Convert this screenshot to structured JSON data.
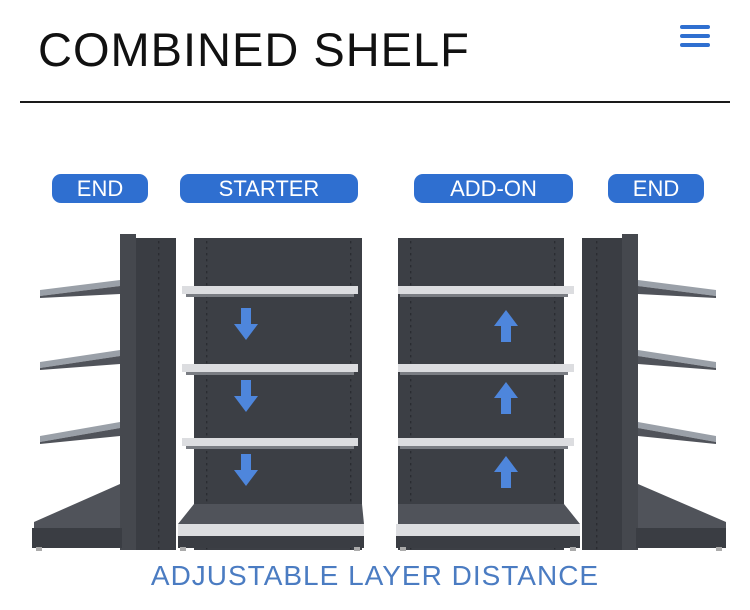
{
  "header": {
    "title": "COMBINED SHELF",
    "menu_icon": "hamburger-menu-icon",
    "accent_color": "#2f6fd0"
  },
  "labels": {
    "end_left": "END",
    "starter": "STARTER",
    "add_on": "ADD-ON",
    "end_right": "END"
  },
  "caption": "ADJUSTABLE LAYER DISTANCE",
  "arrows": {
    "starter_direction": "down-arrow-icon",
    "add_on_direction": "up-arrow-icon",
    "color": "#4e86dc"
  },
  "shelf_color": "#3c3f45"
}
